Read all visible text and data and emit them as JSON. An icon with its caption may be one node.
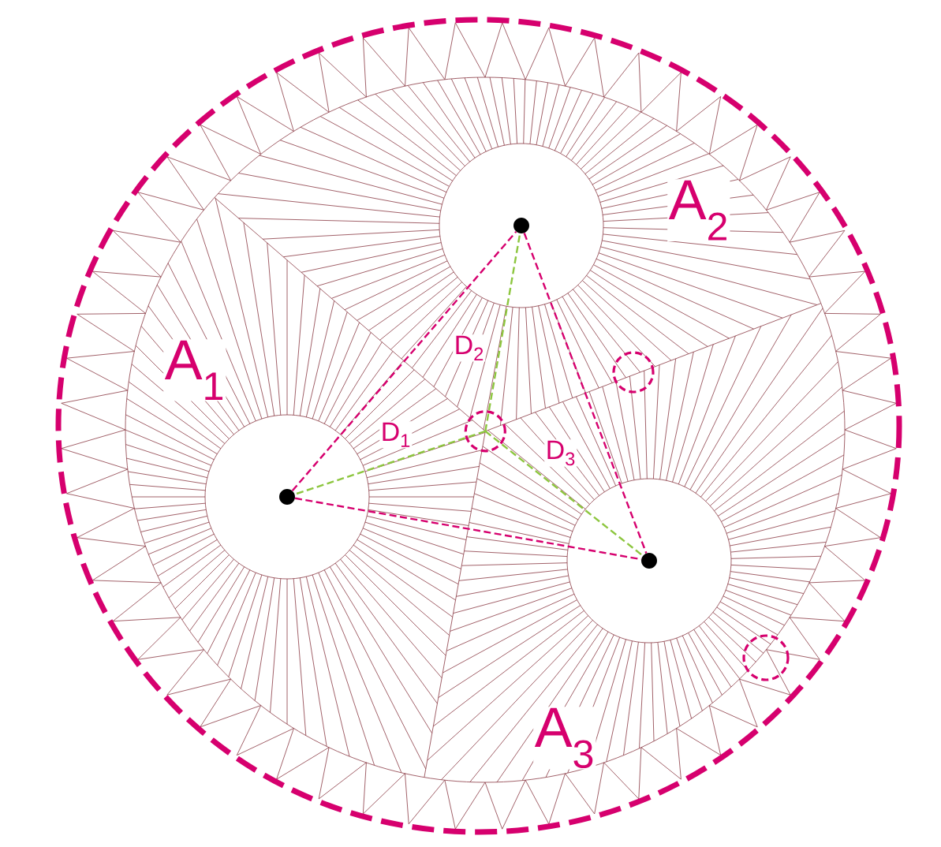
{
  "diagram": {
    "nodes": [
      {
        "text": [],
        "shape": "circle"
      },
      {
        "text": [],
        "shape": "circle"
      },
      {
        "text": [],
        "shape": "circle"
      },
      {
        "text": [],
        "shape": "circle"
      },
      {
        "text": [],
        "shape": "circle"
      },
      {
        "text": [],
        "shape": "circle"
      }
    ],
    "edges": [
      {
        "from": 0,
        "to": 1,
        "arrow": "none",
        "style": "dashed",
        "color": "#d6006e"
      },
      {
        "from": 1,
        "to": 2,
        "arrow": "none",
        "style": "dashed",
        "color": "#d6006e"
      },
      {
        "from": 0,
        "to": 2,
        "arrow": "none",
        "style": "dashed",
        "color": "#d6006e"
      },
      {
        "from": 3,
        "to": 0,
        "arrow": "none",
        "style": "dashed",
        "color": "#8dc63f",
        "label": "D$_{1}$"
      },
      {
        "from": 3,
        "to": 1,
        "arrow": "none",
        "style": "dashed",
        "color": "#8dc63f",
        "label": "D$_{2}$"
      },
      {
        "from": 3,
        "to": 2,
        "arrow": "none",
        "style": "dashed",
        "color": "#8dc63f",
        "label": "D$_{3}$"
      }
    ],
    "labels": [
      "A$_{2}$",
      "A$_{1}$",
      "A$_{3}$"
    ]
  }
}
